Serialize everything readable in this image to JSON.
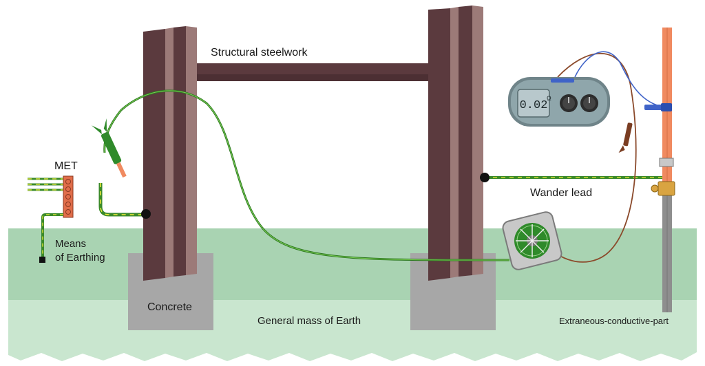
{
  "labels": {
    "structural_steelwork": "Structural steelwork",
    "met": "MET",
    "means_of_earthing_line1": "Means",
    "means_of_earthing_line2": "of Earthing",
    "concrete": "Concrete",
    "general_mass_of_earth": "General mass of Earth",
    "wander_lead": "Wander lead",
    "extraneous_conductive_part": "Extraneous-conductive-part"
  },
  "tester": {
    "display_reading": "0.02",
    "display_unit": "Ω"
  },
  "colors": {
    "steel_dark": "#5b3a3e",
    "steel_light": "#9c7a78",
    "ground_dark": "#a9d3b2",
    "ground_light": "#c9e6cf",
    "concrete": "#a7a7a7",
    "earth_wire_green": "#3a8a2a",
    "earth_wire_yellow": "#f1ec3a",
    "pipe_copper": "#f08a60",
    "pipe_grey": "#8e8e8e",
    "lead_brown": "#8b4a2b",
    "lead_blue": "#3f63c8",
    "meter_body": "#8fa6ab"
  },
  "icons": [
    "met-terminal-bar-icon",
    "crocodile-clip-icon",
    "multifunction-tester-icon",
    "cable-reel-icon",
    "pipe-valve-icon",
    "earth-clamp-icon"
  ]
}
